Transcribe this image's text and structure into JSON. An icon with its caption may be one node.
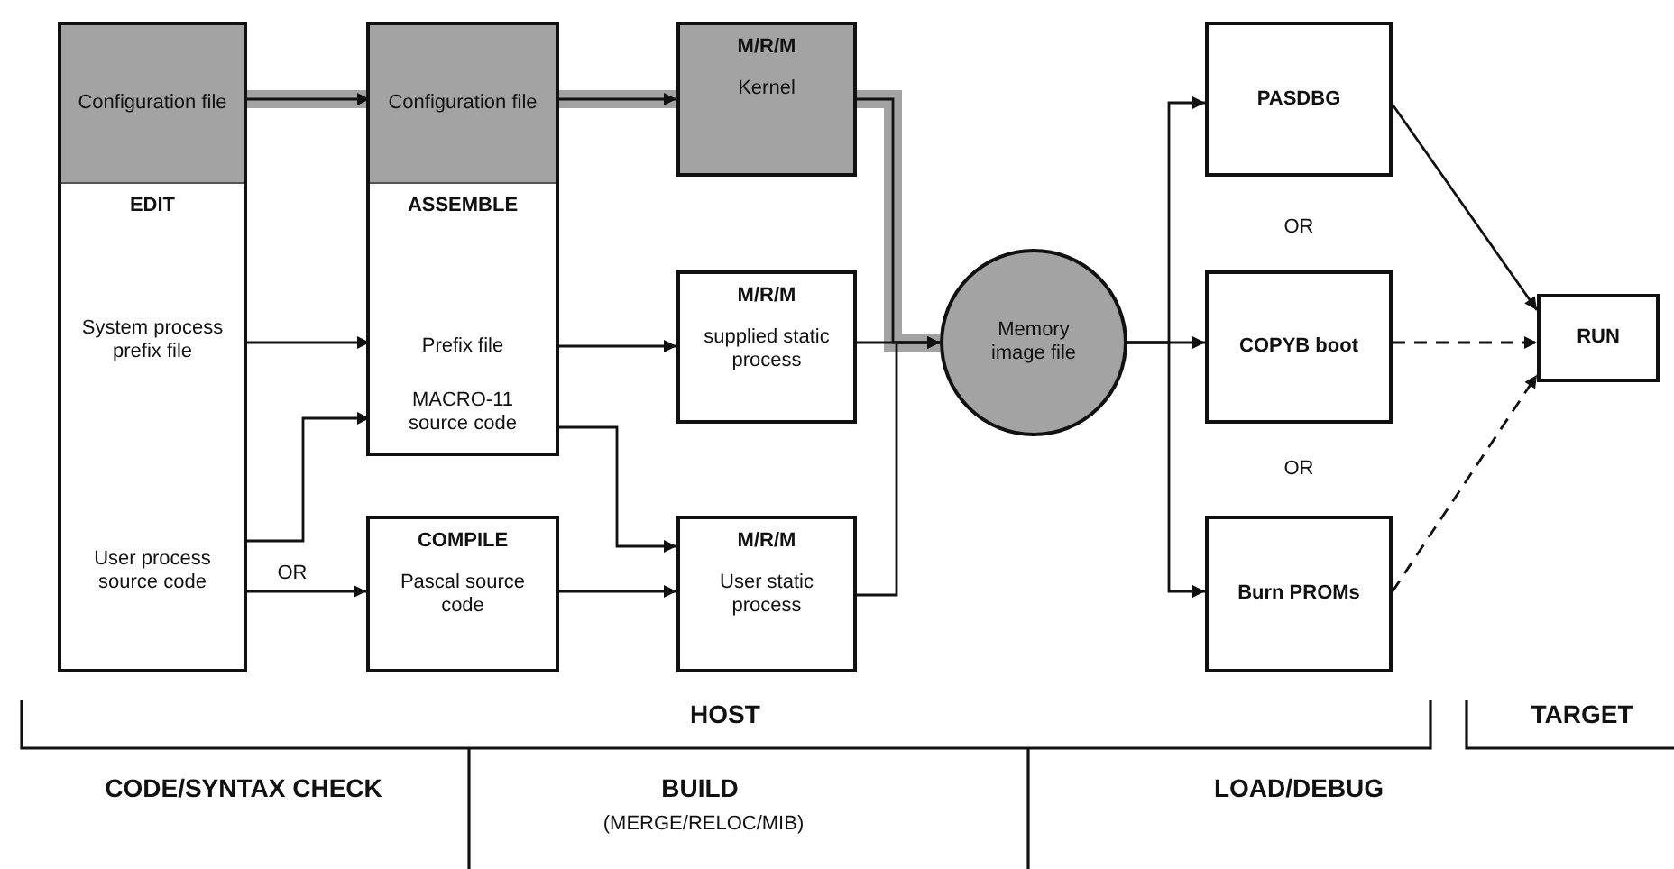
{
  "diagram": {
    "nodes": [
      {
        "text": [
          "EDIT"
        ]
      },
      {
        "text": [
          "Configuration file"
        ],
        "in": 0
      },
      {
        "text": [
          "System process prefix file"
        ],
        "in": 0
      },
      {
        "text": [
          "User process source code"
        ],
        "in": 0
      },
      {
        "text": [
          "ASSEMBLE"
        ]
      },
      {
        "text": [
          "Configuration file"
        ],
        "in": 4
      },
      {
        "text": [
          "Prefix file"
        ],
        "in": 4
      },
      {
        "text": [
          "MACRO-11 source code"
        ],
        "in": 4
      },
      {
        "text": [
          "M/R/M",
          "Kernel"
        ]
      },
      {
        "text": [
          "M/R/M",
          "supplied static process"
        ]
      },
      {
        "text": [
          "COMPILE",
          "Pascal source code"
        ]
      },
      {
        "text": [
          "M/R/M",
          "User static process"
        ]
      },
      {
        "text": [
          "Memory image file"
        ]
      },
      {
        "text": [
          "PASDBG"
        ]
      },
      {
        "text": [
          "COPYB boot"
        ]
      },
      {
        "text": [
          "Burn PROMs"
        ]
      },
      {
        "text": [
          "RUN"
        ]
      }
    ],
    "edges": [
      {
        "from": 1,
        "to": 5,
        "arrow": "to",
        "style": "thick",
        "color": "#a3a3a3"
      },
      {
        "from": 5,
        "to": 8,
        "arrow": "to",
        "style": "thick",
        "color": "#a3a3a3"
      },
      {
        "from": 8,
        "to": 12,
        "arrow": "to",
        "style": "thick",
        "color": "#a3a3a3"
      },
      {
        "from": 2,
        "to": 6,
        "arrow": "to"
      },
      {
        "from": 3,
        "to": 7,
        "arrow": "to"
      },
      {
        "from": 3,
        "to": 10,
        "arrow": "to",
        "label": "OR"
      },
      {
        "from": 6,
        "to": 9,
        "arrow": "to"
      },
      {
        "from": 7,
        "to": 11,
        "arrow": "to"
      },
      {
        "from": 10,
        "to": 11,
        "arrow": "to"
      },
      {
        "from": 9,
        "to": 12,
        "arrow": "to"
      },
      {
        "from": 11,
        "to": 12,
        "arrow": "to"
      },
      {
        "from": 12,
        "to": 13,
        "arrow": "to"
      },
      {
        "from": 12,
        "to": 14,
        "arrow": "to"
      },
      {
        "from": 12,
        "to": 15,
        "arrow": "to"
      },
      {
        "from": 13,
        "to": 16,
        "arrow": "to"
      },
      {
        "from": 14,
        "to": 16,
        "arrow": "to",
        "style": "dashed"
      },
      {
        "from": 15,
        "to": 16,
        "arrow": "to",
        "style": "dashed"
      }
    ],
    "labels": [
      "OR",
      "OR",
      "HOST",
      "TARGET",
      "CODE/SYNTAX CHECK",
      "BUILD",
      "(MERGE/RELOC/MIB)",
      "LOAD/DEBUG"
    ]
  }
}
